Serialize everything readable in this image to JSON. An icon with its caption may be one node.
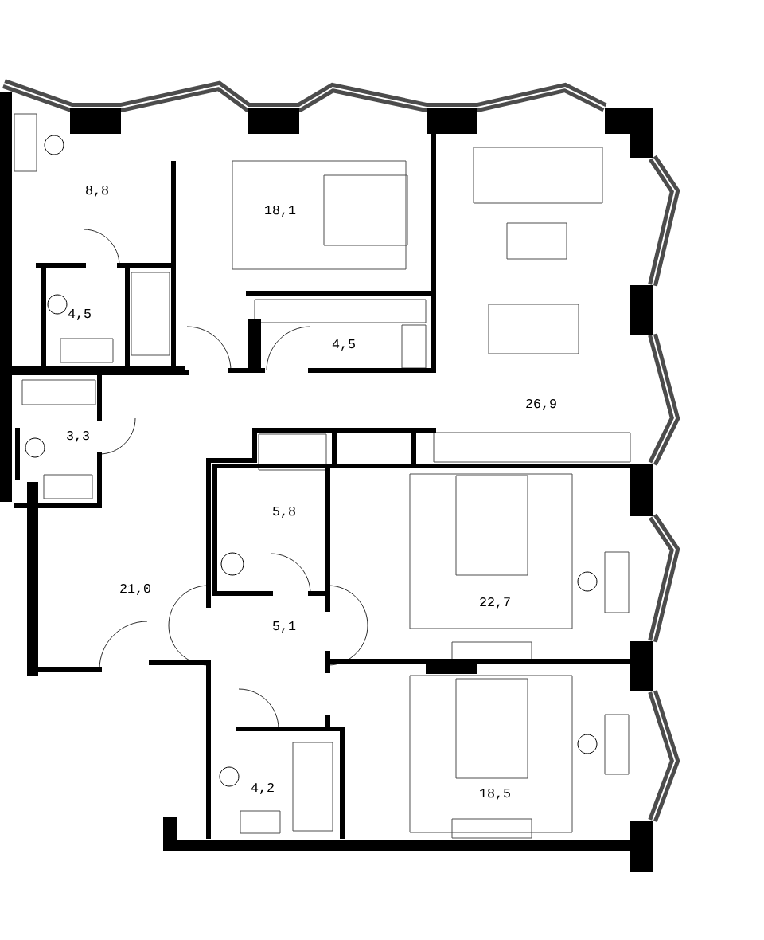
{
  "diagram": {
    "labels": [
      "8,8",
      "18,1",
      "4,5",
      "4,5",
      "26,9",
      "3,3",
      "5,8",
      "21,0",
      "22,7",
      "5,1",
      "4,2",
      "18,5"
    ]
  }
}
